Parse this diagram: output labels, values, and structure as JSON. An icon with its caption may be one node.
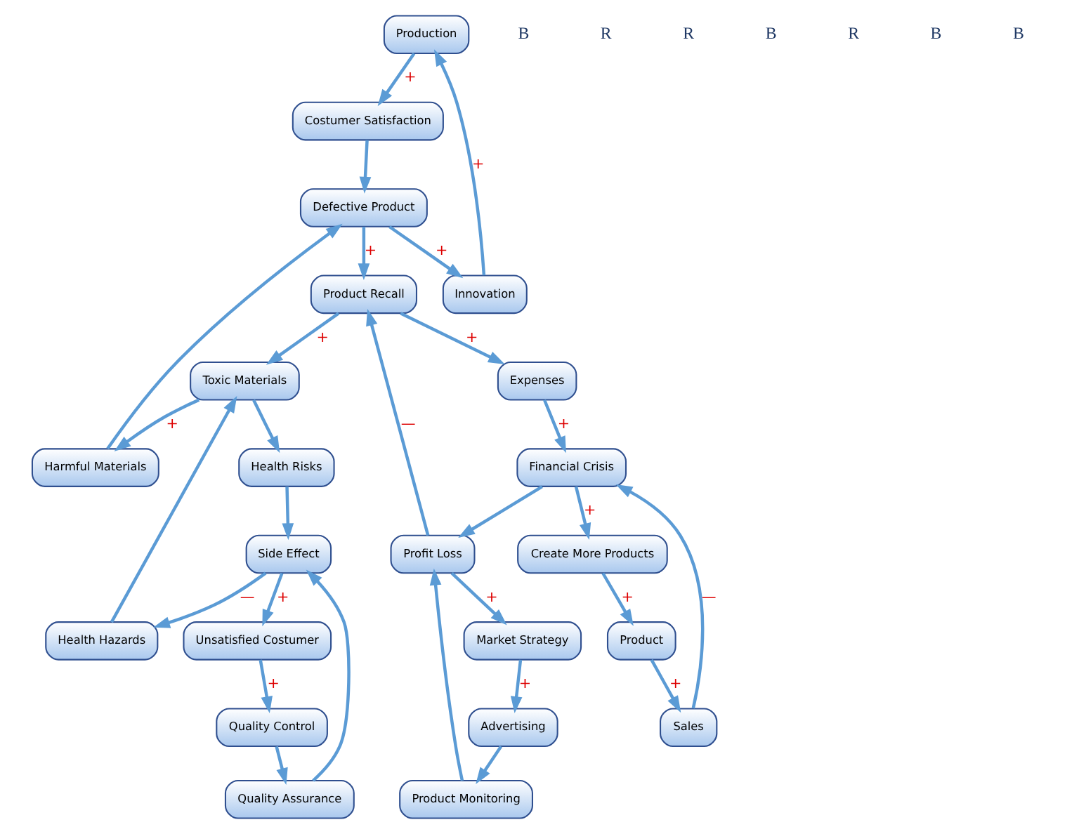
{
  "diagram": {
    "nodes": [
      {
        "text": [
          "Production"
        ]
      },
      {
        "text": [
          "Innovation"
        ]
      },
      {
        "text": [
          "Costumer Satisfaction"
        ]
      },
      {
        "text": [
          "Defective Product"
        ]
      },
      {
        "text": [
          "Harmful Materials"
        ]
      },
      {
        "text": [
          "Product Recall"
        ]
      },
      {
        "text": [
          "Expenses"
        ]
      },
      {
        "text": [
          "Create More Products"
        ]
      },
      {
        "text": [
          "Financial Crisis"
        ]
      },
      {
        "text": [
          "Product"
        ]
      },
      {
        "text": [
          "Toxic Materials"
        ]
      },
      {
        "text": [
          "Profit Loss"
        ]
      },
      {
        "text": [
          "Sales"
        ]
      },
      {
        "text": [
          "Health Hazards"
        ]
      },
      {
        "text": [
          "Health Risks"
        ]
      },
      {
        "text": [
          "Product Monitoring"
        ]
      },
      {
        "text": [
          "Market Strategy"
        ]
      },
      {
        "text": [
          "Side Effect"
        ]
      },
      {
        "text": [
          "Advertising"
        ]
      },
      {
        "text": [
          "Unsatisfied Costumer"
        ]
      },
      {
        "text": [
          "Quality Assurance"
        ]
      },
      {
        "text": [
          "Quality Control"
        ]
      }
    ],
    "edges": [
      {
        "from": 1,
        "to": 0,
        "arrow": "to",
        "label": "+"
      },
      {
        "from": 0,
        "to": 2,
        "arrow": "to",
        "label": "+"
      },
      {
        "from": 2,
        "to": 3,
        "arrow": "to"
      },
      {
        "from": 3,
        "to": 5,
        "arrow": "to",
        "label": "+"
      },
      {
        "from": 3,
        "to": 1,
        "arrow": "to",
        "label": "+"
      },
      {
        "from": 4,
        "to": 3,
        "arrow": "to"
      },
      {
        "from": 10,
        "to": 4,
        "arrow": "to",
        "label": "+"
      },
      {
        "from": 13,
        "to": 10,
        "arrow": "to"
      },
      {
        "from": 5,
        "to": 10,
        "arrow": "to",
        "label": "+"
      },
      {
        "from": 10,
        "to": 14,
        "arrow": "to"
      },
      {
        "from": 14,
        "to": 17,
        "arrow": "to"
      },
      {
        "from": 17,
        "to": 13,
        "arrow": "to",
        "label": "—"
      },
      {
        "from": 20,
        "to": 17,
        "arrow": "to"
      },
      {
        "from": 17,
        "to": 19,
        "arrow": "to",
        "label": "+"
      },
      {
        "from": 19,
        "to": 21,
        "arrow": "to",
        "label": "+"
      },
      {
        "from": 21,
        "to": 20,
        "arrow": "to"
      },
      {
        "from": 5,
        "to": 6,
        "arrow": "to",
        "label": "+"
      },
      {
        "from": 6,
        "to": 8,
        "arrow": "to",
        "label": "+"
      },
      {
        "from": 8,
        "to": 7,
        "arrow": "to",
        "label": "+"
      },
      {
        "from": 7,
        "to": 9,
        "arrow": "to",
        "label": "+"
      },
      {
        "from": 9,
        "to": 12,
        "arrow": "to",
        "label": "+"
      },
      {
        "from": 12,
        "to": 8,
        "arrow": "to",
        "label": "—"
      },
      {
        "from": 8,
        "to": 11,
        "arrow": "to"
      },
      {
        "from": 11,
        "to": 16,
        "arrow": "to",
        "label": "+"
      },
      {
        "from": 16,
        "to": 18,
        "arrow": "to",
        "label": "+"
      },
      {
        "from": 18,
        "to": 15,
        "arrow": "to"
      },
      {
        "from": 15,
        "to": 11,
        "arrow": "to"
      },
      {
        "from": 11,
        "to": 5,
        "arrow": "to",
        "label": "—"
      }
    ],
    "labels": [
      "B",
      "R",
      "R",
      "B",
      "R",
      "B",
      "B"
    ]
  }
}
